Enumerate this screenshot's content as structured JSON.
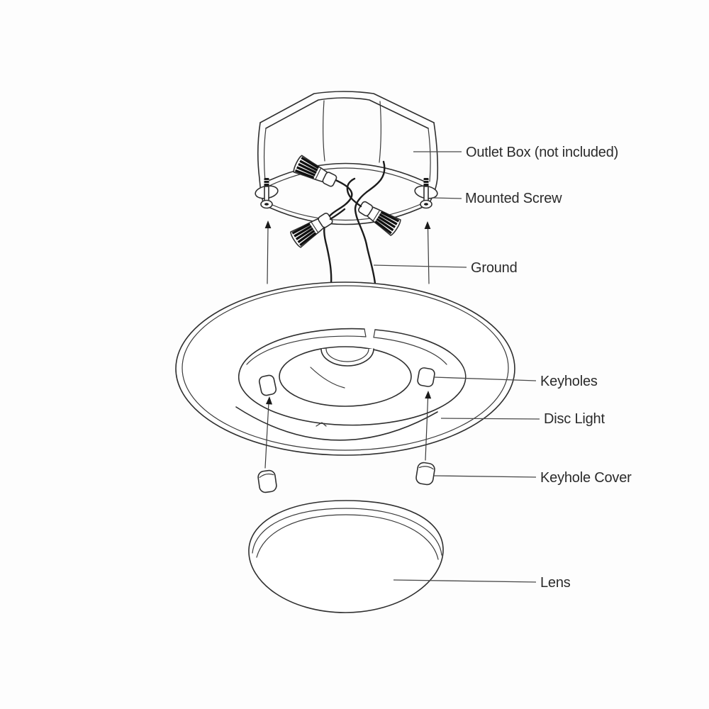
{
  "diagram": {
    "type": "exploded-installation-diagram",
    "labels": {
      "outlet_box": "Outlet Box (not included)",
      "mounted_screw": "Mounted Screw",
      "ground": "Ground",
      "keyholes": "Keyholes",
      "disc_light": "Disc Light",
      "keyhole_cover": "Keyhole Cover",
      "lens": "Lens"
    },
    "colors": {
      "line": "#2f2f2f",
      "wire": "#1c1c1c",
      "leader": "#4a4a4a",
      "text": "#2b2b2b",
      "background": "#fdfdfd"
    }
  }
}
